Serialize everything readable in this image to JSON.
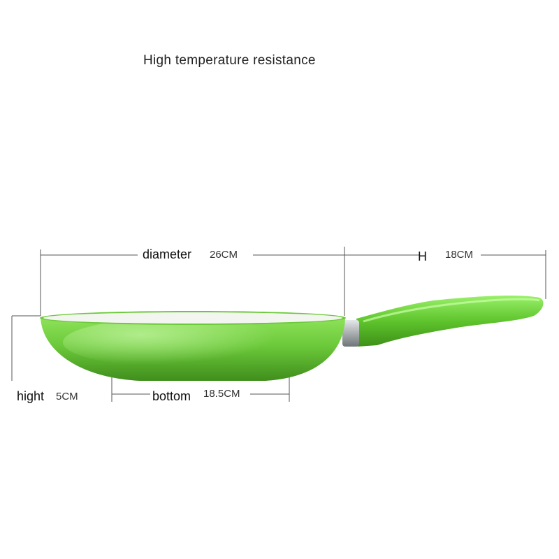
{
  "headline": "High temperature resistance",
  "dimensions": {
    "diameter": {
      "label": "diameter",
      "value": "26CM"
    },
    "handle": {
      "label": "H",
      "value": "18CM"
    },
    "height": {
      "label": "hight",
      "value": "5CM"
    },
    "bottom": {
      "label": "bottom",
      "value": "18.5CM"
    }
  },
  "colors": {
    "pan_body": "#6cc93a",
    "pan_body_dark": "#4a9a22",
    "pan_inner": "#f3f5f1",
    "handle": "#5ec42c",
    "connector": "#a8adb0",
    "dimension_line": "#555555"
  }
}
